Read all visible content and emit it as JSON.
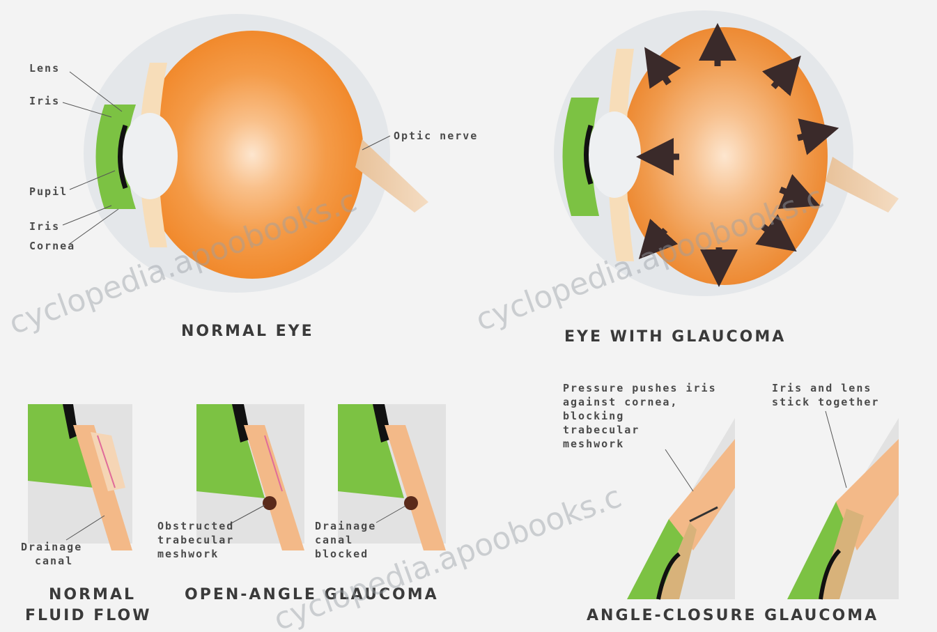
{
  "normal_eye": {
    "labels": {
      "lens": "Lens",
      "iris": "Iris",
      "pupil": "Pupil",
      "iris2": "Iris",
      "cornea": "Cornea",
      "optic_nerve": "Optic nerve"
    },
    "caption": "NORMAL EYE"
  },
  "glaucoma_eye": {
    "caption": "EYE WITH GLAUCOMA"
  },
  "normal_flow": {
    "label_line1": "Drainage",
    "label_line2": "canal",
    "caption_line1": "NORMAL",
    "caption_line2": "FLUID FLOW"
  },
  "open_angle": {
    "label1_line1": "Obstructed",
    "label1_line2": "trabecular",
    "label1_line3": "meshwork",
    "label2_line1": "Drainage",
    "label2_line2": "canal",
    "label2_line3": "blocked",
    "caption": "OPEN-ANGLE GLAUCOMA"
  },
  "angle_closure": {
    "label1_line1": "Pressure pushes iris",
    "label1_line2": "against cornea,",
    "label1_line3": "blocking",
    "label1_line4": "trabecular",
    "label1_line5": "meshwork",
    "label2_line1": "Iris and lens",
    "label2_line2": "stick together",
    "caption": "ANGLE-CLOSURE GLAUCOMA"
  },
  "watermark": "cyclopedia.apoobooks.c",
  "colors": {
    "vitreous": "#f28a2a",
    "iris_green": "#7cc243",
    "lens": "#e9ecef",
    "sclera": "#dfe3e6",
    "arrow": "#3a2a2a"
  }
}
